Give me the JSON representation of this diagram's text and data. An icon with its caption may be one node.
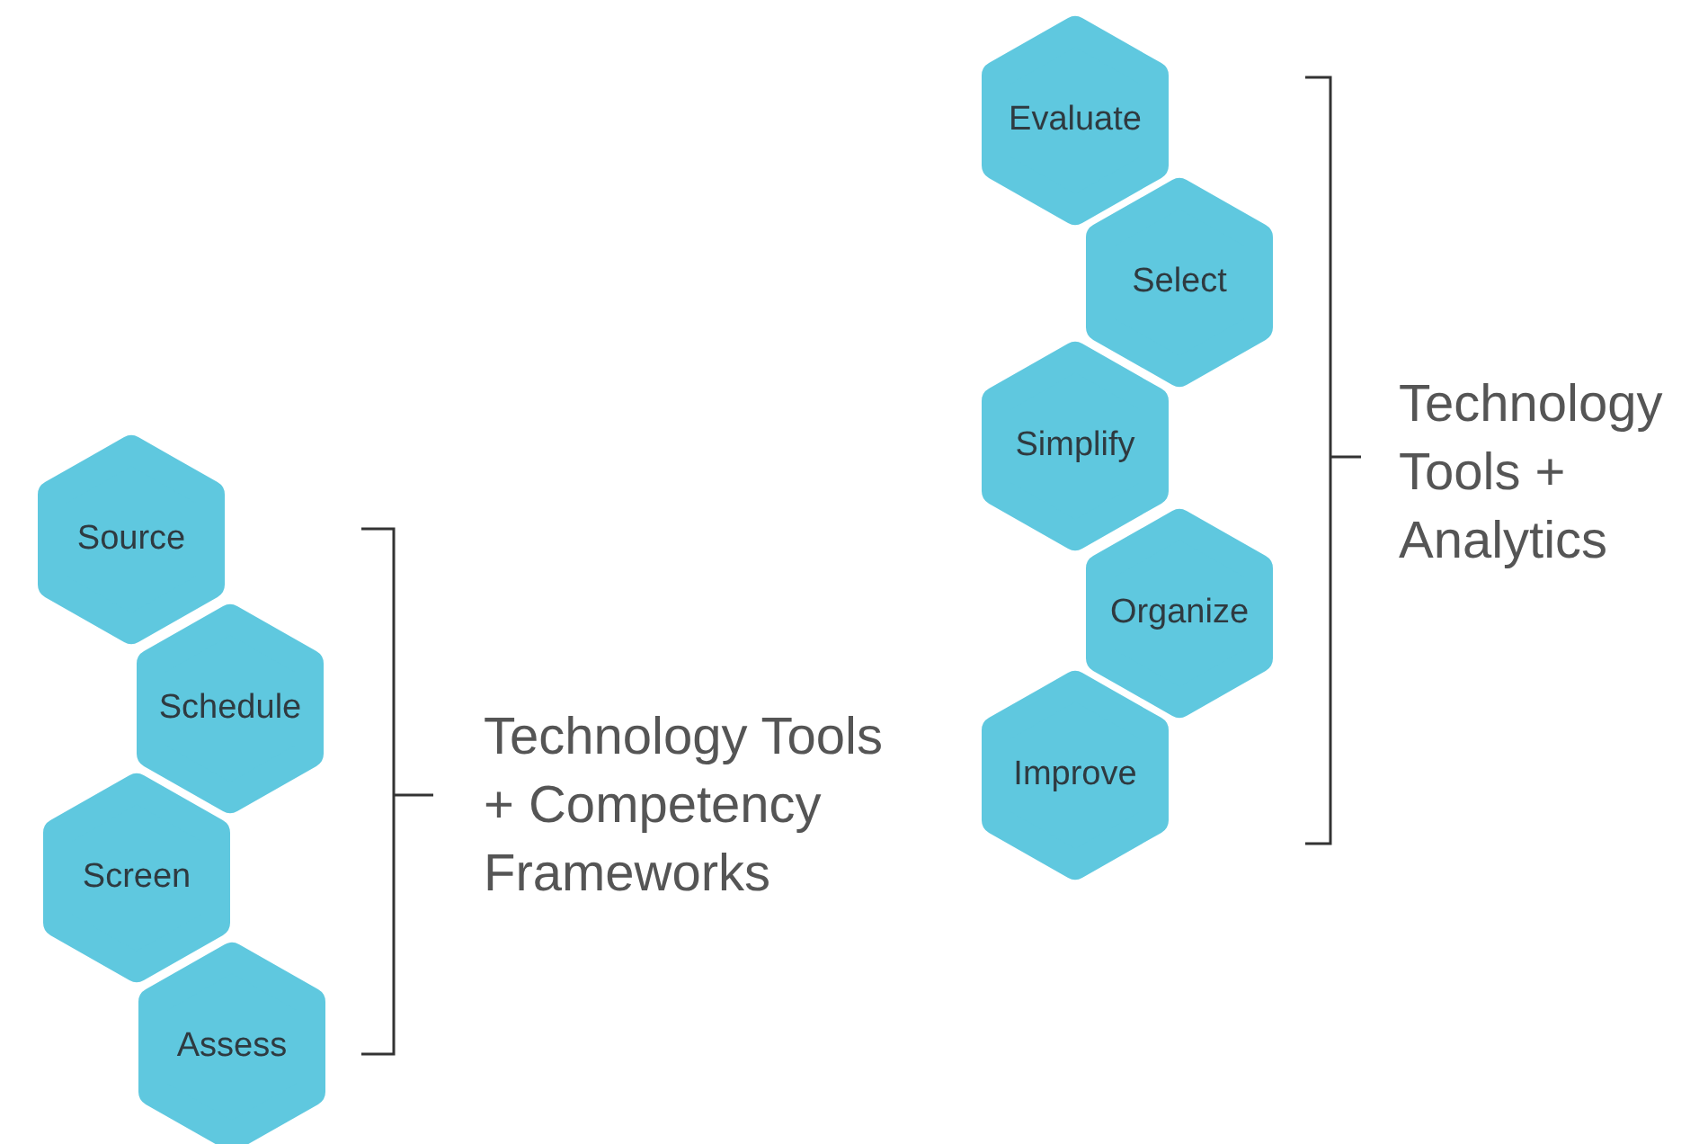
{
  "diagram": {
    "nodes": [
      {
        "text": [
          "Evaluate"
        ]
      },
      {
        "text": [
          "Select"
        ]
      },
      {
        "text": [
          "Simplify"
        ]
      },
      {
        "text": [
          "Organize"
        ]
      },
      {
        "text": [
          "Improve"
        ]
      },
      {
        "text": [
          "Source"
        ]
      },
      {
        "text": [
          "Schedule"
        ]
      },
      {
        "text": [
          "Screen"
        ]
      },
      {
        "text": [
          "Assess"
        ]
      }
    ],
    "labels": [
      "Technology Tools + Analytics",
      "Technology Tools + Competency Frameworks"
    ]
  }
}
